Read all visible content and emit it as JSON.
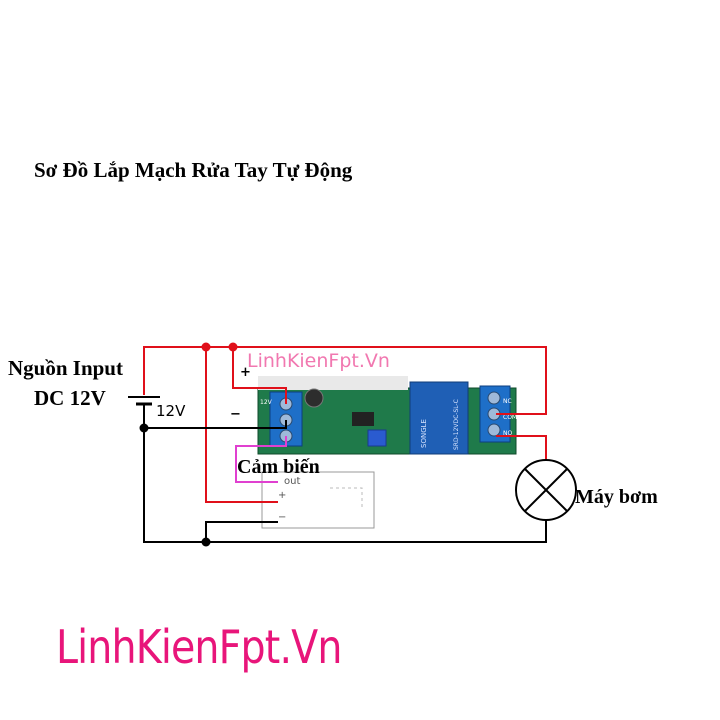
{
  "title": "Sơ Đồ Lắp Mạch Rửa Tay Tự Động",
  "power": {
    "label_line1": "Nguồn Input",
    "label_line2": "DC 12V",
    "voltage": "12V",
    "plus": "+",
    "minus": "−"
  },
  "sensor": {
    "label": "Cảm biến",
    "pin_out": "out",
    "pin_plus": "+",
    "pin_minus": "−"
  },
  "pump": {
    "label": "Máy bơm"
  },
  "board": {
    "relay_model": "SRD-12VDC-SL-C",
    "relay_brand": "SONGLE",
    "pins": [
      "NC",
      "COM",
      "NO"
    ],
    "input_pin": "12V"
  },
  "watermark": "LinhKienFpt.Vn",
  "brand": "LinhKienFpt.Vn",
  "colors": {
    "positive_wire": "#e0101a",
    "negative_wire": "#000000",
    "signal_wire": "#e040d0",
    "brand": "#e8157a",
    "pcb": "#1f7a4a",
    "terminal": "#1e6fc8",
    "relay": "#1f5fb5"
  }
}
